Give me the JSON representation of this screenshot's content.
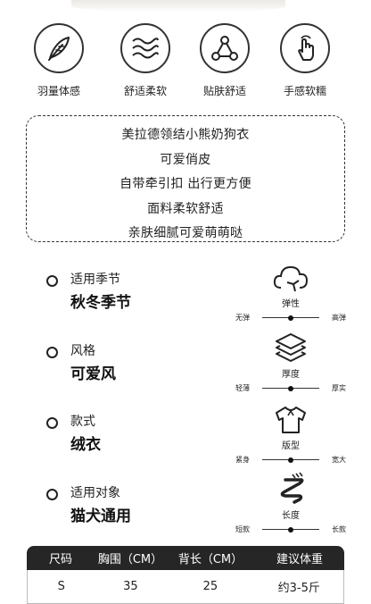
{
  "features": [
    {
      "icon": "feather-icon",
      "label": "羽量体感"
    },
    {
      "icon": "wave-lines-icon",
      "label": "舒适柔软"
    },
    {
      "icon": "triangle-nodes-icon",
      "label": "贴肤舒适"
    },
    {
      "icon": "touch-hand-icon",
      "label": "手感软糯"
    }
  ],
  "description": [
    "美拉德领结小熊奶狗衣",
    "可爱俏皮",
    "自带牵引扣 出行更方便",
    "面料柔软舒适",
    "亲肤细腻可爱萌萌哒"
  ],
  "attributes": [
    {
      "key": "适用季节",
      "value": "秋冬季节"
    },
    {
      "key": "风格",
      "value": "可爱风"
    },
    {
      "key": "款式",
      "value": "绒衣"
    },
    {
      "key": "适用对象",
      "value": "猫犬通用"
    }
  ],
  "scales": [
    {
      "icon": "cloud-elastic-icon",
      "title": "弹性",
      "left": "无弹",
      "right": "高弹",
      "level": 0.5
    },
    {
      "icon": "layers-icon",
      "title": "厚度",
      "left": "轻薄",
      "right": "厚实",
      "level": 0.5
    },
    {
      "icon": "shirt-icon",
      "title": "版型",
      "left": "紧身",
      "right": "宽大",
      "level": 0.5
    },
    {
      "icon": "length-icon",
      "title": "长度",
      "left": "短款",
      "right": "长款",
      "level": 0.5
    }
  ],
  "size_table": {
    "headers": [
      "尺码",
      "胸围（CM）",
      "背长（CM）",
      "建议体重"
    ],
    "rows": [
      [
        "S",
        "35",
        "25",
        "约3-5斤"
      ]
    ]
  }
}
